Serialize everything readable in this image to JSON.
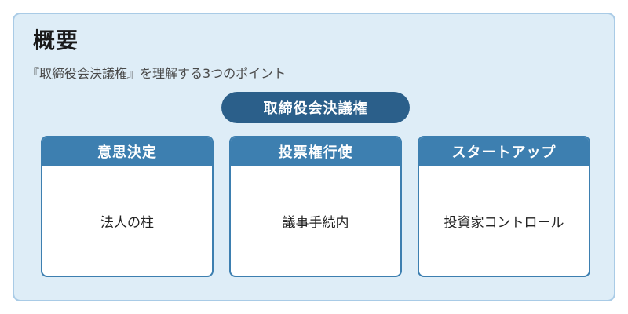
{
  "title": "概要",
  "subtitle": "『取締役会決議権』を理解する3つのポイント",
  "center": {
    "label": "取締役会決議権"
  },
  "cards": [
    {
      "header": "意思決定",
      "body": "法人の柱"
    },
    {
      "header": "投票権行使",
      "body": "議事手続内"
    },
    {
      "header": "スタートアップ",
      "body": "投資家コントロール"
    }
  ],
  "colors": {
    "panel_background": "#deedf7",
    "panel_border": "#a9cbe6",
    "pill_background": "#2b5f8a",
    "card_accent": "#3d7fb0"
  }
}
